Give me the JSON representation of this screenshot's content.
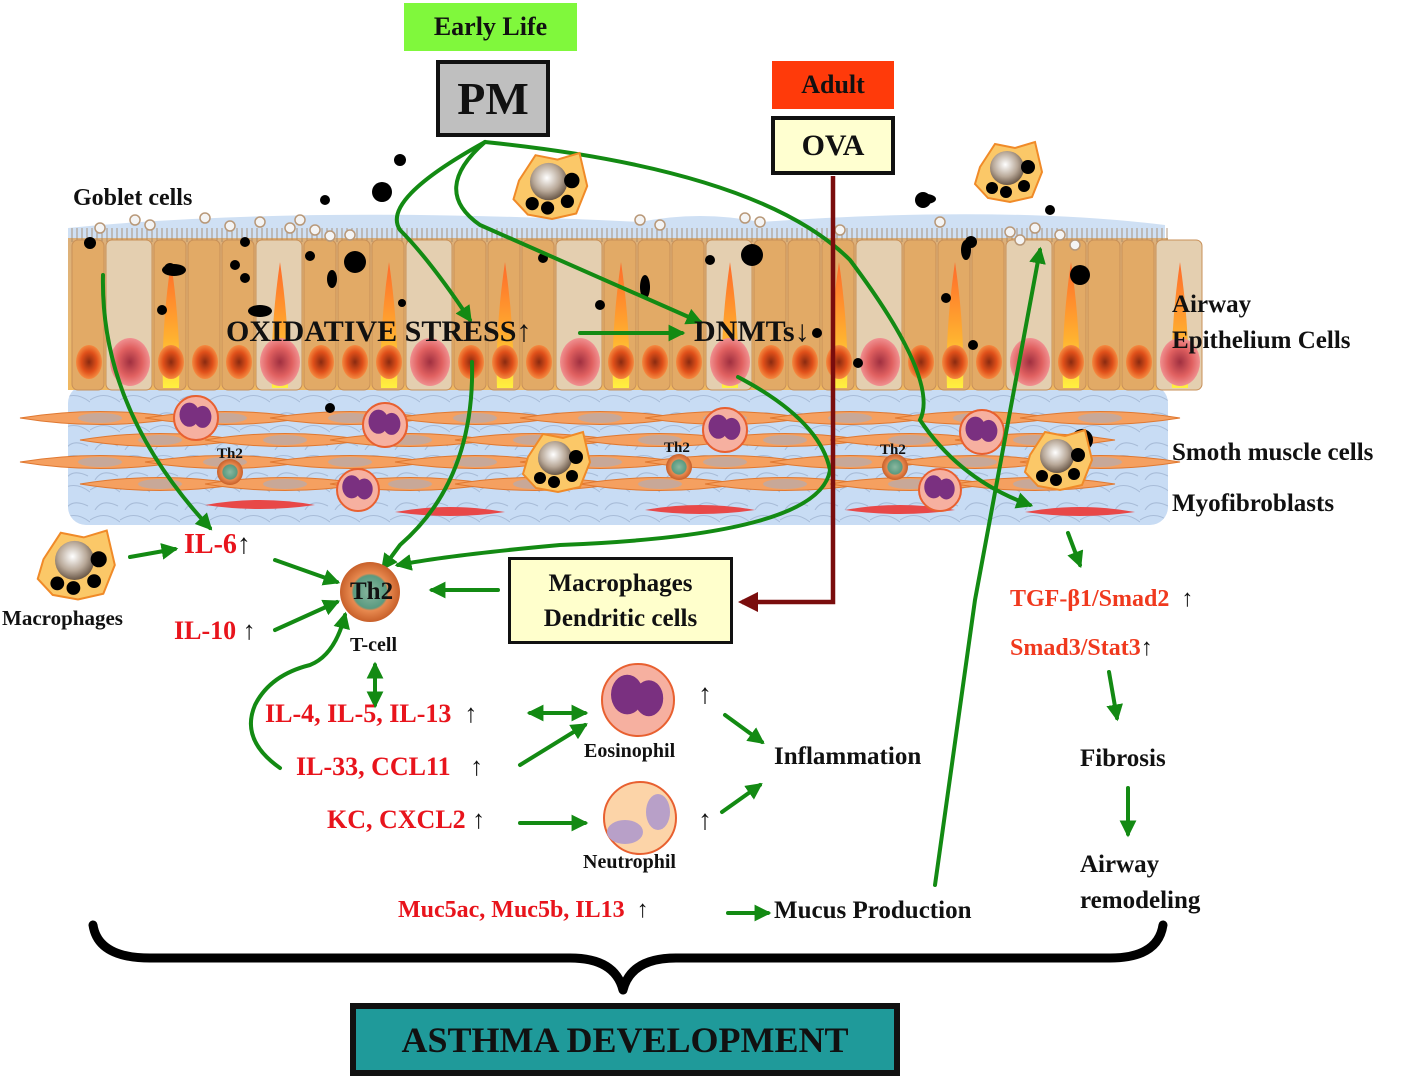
{
  "top": {
    "early_life": "Early Life",
    "pm": "PM",
    "adult": "Adult",
    "ova": "OVA"
  },
  "tissue_labels": {
    "goblet_cells": "Goblet cells",
    "airway_epithelium_line1": "Airway",
    "airway_epithelium_line2": "Epithelium Cells",
    "smooth_muscle": "Smoth muscle cells",
    "myofibroblasts": "Myofibroblasts",
    "th2_in_tissue": "Th2"
  },
  "epithelium_text": {
    "oxidative_stress": "OXIDATIVE STRESS",
    "dnmts": "DNMTs"
  },
  "immune": {
    "macrophages": "Macrophages",
    "il6": "IL-6",
    "il10": "IL-10",
    "th2": "Th2",
    "tcell": "T-cell",
    "apc_line1": "Macrophages",
    "apc_line2": "Dendritic cells",
    "il4_5_13": "IL-4, IL-5, IL-13",
    "il33_ccl11": "IL-33, CCL11",
    "kc_cxcl2": "KC, CXCL2",
    "muc": "Muc5ac, Muc5b, IL13",
    "eosinophil": "Eosinophil",
    "neutrophil": "Neutrophil",
    "inflammation": "Inflammation",
    "mucus_production": "Mucus Production"
  },
  "remodeling": {
    "tgf": "TGF-β1/Smad2",
    "smad3": "Smad3/Stat3",
    "fibrosis": "Fibrosis",
    "airway_remodeling_line1": "Airway",
    "airway_remodeling_line2": "remodeling"
  },
  "outcome": {
    "asthma_development": "ASTHMA DEVELOPMENT"
  },
  "arrows": {
    "increase": "↑",
    "decrease": "↓"
  },
  "colors": {
    "early_life_bg": "#80f83c",
    "pm_bg": "#bfbfbf",
    "adult_bg": "#ff3a0a",
    "ova_bg": "#ffffd0",
    "apc_box_bg": "#ffffcc",
    "asthma_box_bg": "#1f9a9a",
    "flow_arrow": "#138a13",
    "ova_arrow": "#7a0d0d",
    "cytokine_text": "#e8141c"
  }
}
